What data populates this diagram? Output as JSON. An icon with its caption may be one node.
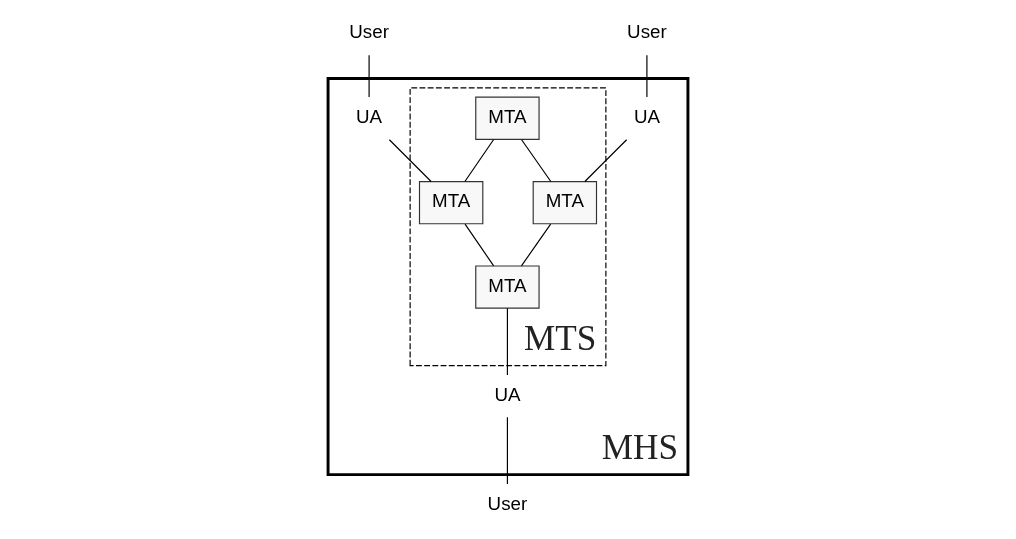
{
  "diagram": {
    "nodes": [
      {
        "text": [
          "MHS"
        ]
      },
      {
        "text": [
          "MTS"
        ],
        "in": 0
      },
      {
        "text": [
          "MTA"
        ],
        "in": 1
      },
      {
        "text": [
          "MTA"
        ],
        "in": 1
      },
      {
        "text": [
          "MTA"
        ],
        "in": 1
      },
      {
        "text": [
          "MTA"
        ],
        "in": 1
      },
      {
        "text": [
          "User"
        ]
      },
      {
        "text": [
          "UA"
        ],
        "in": 0
      },
      {
        "text": [
          "UA"
        ],
        "in": 0
      },
      {
        "text": [
          "User"
        ]
      },
      {
        "text": [
          "UA"
        ],
        "in": 0
      },
      {
        "text": [
          "User"
        ]
      }
    ],
    "edges": [
      {
        "from": 6,
        "to": 7,
        "arrow": "none"
      },
      {
        "from": 7,
        "to": 3,
        "arrow": "none"
      },
      {
        "from": 2,
        "to": 3,
        "arrow": "none"
      },
      {
        "from": 2,
        "to": 4,
        "arrow": "none"
      },
      {
        "from": 3,
        "to": 5,
        "arrow": "none"
      },
      {
        "from": 4,
        "to": 5,
        "arrow": "none"
      },
      {
        "from": 9,
        "to": 8,
        "arrow": "none"
      },
      {
        "from": 8,
        "to": 4,
        "arrow": "none"
      },
      {
        "from": 5,
        "to": 10,
        "arrow": "none"
      },
      {
        "from": 10,
        "to": 11,
        "arrow": "none"
      }
    ]
  }
}
